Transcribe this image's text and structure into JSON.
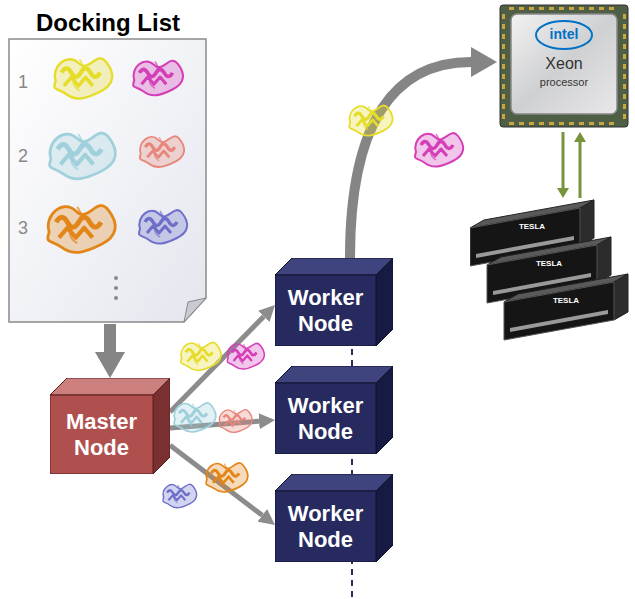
{
  "diagram": {
    "nodes": [
      {
        "text": [
          "Docking List",
          "1",
          "2",
          "3"
        ]
      },
      {
        "text": [
          "Master Node"
        ]
      },
      {
        "text": [
          "Worker Node"
        ]
      },
      {
        "text": [
          "Worker Node"
        ]
      },
      {
        "text": [
          "Worker Node"
        ]
      },
      {
        "text": [
          "intel",
          "Xeon",
          "processor"
        ]
      },
      {
        "text": [
          "TESLA",
          "TESLA",
          "TESLA"
        ]
      }
    ],
    "edges": [
      {
        "from": 0,
        "to": 1,
        "arrow": "to"
      },
      {
        "from": 1,
        "to": 2,
        "arrow": "to"
      },
      {
        "from": 1,
        "to": 3,
        "arrow": "to"
      },
      {
        "from": 1,
        "to": 4,
        "arrow": "to"
      },
      {
        "from": 2,
        "to": 5,
        "arrow": "to"
      },
      {
        "from": 5,
        "to": 6,
        "arrow": "to"
      },
      {
        "from": 6,
        "to": 5,
        "arrow": "to"
      }
    ]
  }
}
